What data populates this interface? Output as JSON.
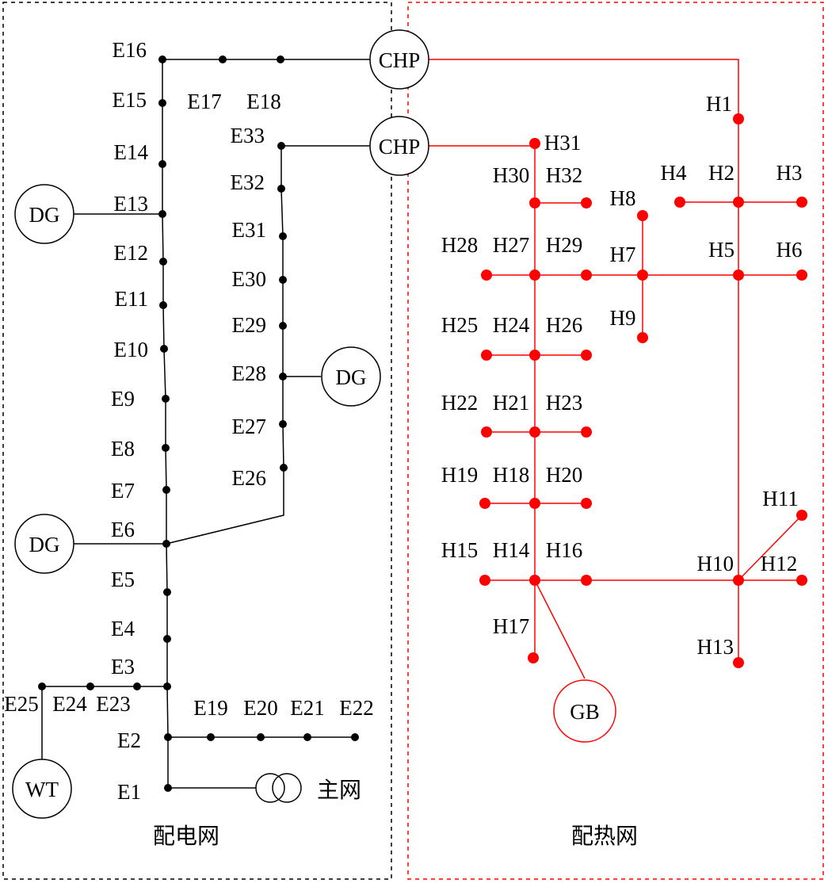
{
  "colors": {
    "electric": "#000000",
    "heat": "#ff0000",
    "background": "#ffffff"
  },
  "regions": {
    "electric_label": "配电网",
    "heat_label": "配热网"
  },
  "devices": {
    "chp_top": "CHP",
    "chp_bottom": "CHP",
    "dg_e13": "DG",
    "dg_e6": "DG",
    "dg_e28": "DG",
    "wt": "WT",
    "gb": "GB",
    "main_grid": "主网"
  },
  "electric_nodes": [
    "E1",
    "E2",
    "E3",
    "E4",
    "E5",
    "E6",
    "E7",
    "E8",
    "E9",
    "E10",
    "E11",
    "E12",
    "E13",
    "E14",
    "E15",
    "E16",
    "E17",
    "E18",
    "E19",
    "E20",
    "E21",
    "E22",
    "E23",
    "E24",
    "E25",
    "E26",
    "E27",
    "E28",
    "E29",
    "E30",
    "E31",
    "E32",
    "E33"
  ],
  "heat_nodes": [
    "H1",
    "H2",
    "H3",
    "H4",
    "H5",
    "H6",
    "H7",
    "H8",
    "H9",
    "H10",
    "H11",
    "H12",
    "H13",
    "H14",
    "H15",
    "H16",
    "H17",
    "H18",
    "H19",
    "H20",
    "H21",
    "H22",
    "H23",
    "H24",
    "H25",
    "H26",
    "H27",
    "H28",
    "H29",
    "H30",
    "H31",
    "H32"
  ]
}
